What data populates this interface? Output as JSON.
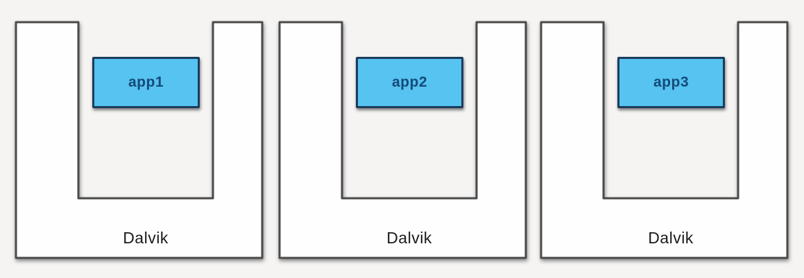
{
  "diagram": {
    "title_hint": "Three Dalvik virtual machine instances, each running one app",
    "background_color": "#f5f4f3",
    "vms": [
      {
        "app_label": "app1",
        "vm_label": "Dalvik"
      },
      {
        "app_label": "app2",
        "vm_label": "Dalvik"
      },
      {
        "app_label": "app3",
        "vm_label": "Dalvik"
      }
    ],
    "colors": {
      "background": "#f5f4f3",
      "app_fill": "#56c3f1",
      "app_border": "#1c3c5c",
      "app_text": "#154a78",
      "vm_fill": "#fefefe",
      "vm_border": "#4a4a4a",
      "vm_text": "#1a1a1a"
    }
  }
}
